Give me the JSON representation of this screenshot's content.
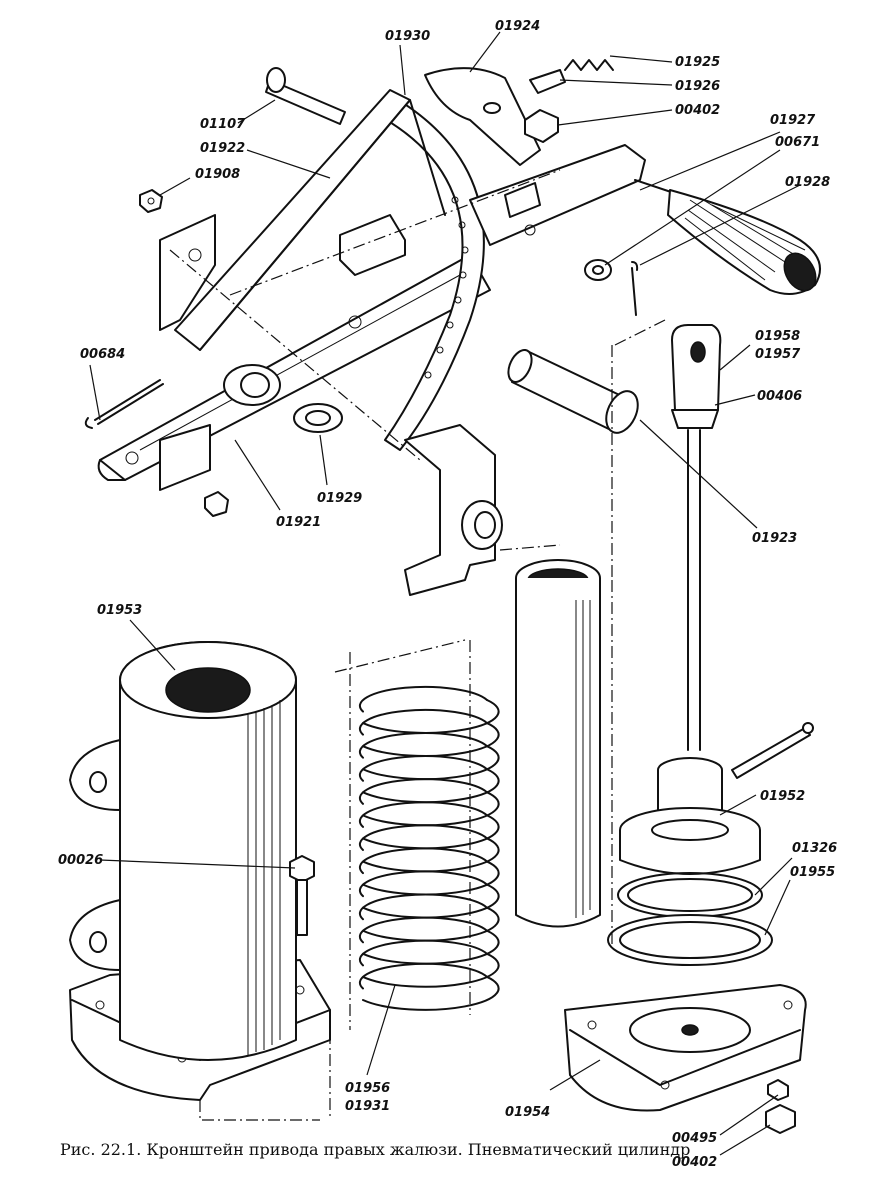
{
  "caption": "Рис. 22.1. Кронштейн привода правых жалюзи. Пневматический цилиндр",
  "part_labels": {
    "p01930": "01930",
    "p01924": "01924",
    "p01925": "01925",
    "p01926": "01926",
    "p00402a": "00402",
    "p01107": "01107",
    "p01922": "01922",
    "p01927": "01927",
    "p00671": "00671",
    "p01908": "01908",
    "p01928": "01928",
    "p00684": "00684",
    "p01958": "01958",
    "p01957": "01957",
    "p00406": "00406",
    "p01929": "01929",
    "p01921": "01921",
    "p01923": "01923",
    "p01953": "01953",
    "p01952": "01952",
    "p00026": "00026",
    "p01326": "01326",
    "p01955": "01955",
    "p01956": "01956",
    "p01931": "01931",
    "p01954": "01954",
    "p00495": "00495",
    "p00402b": "00402"
  }
}
